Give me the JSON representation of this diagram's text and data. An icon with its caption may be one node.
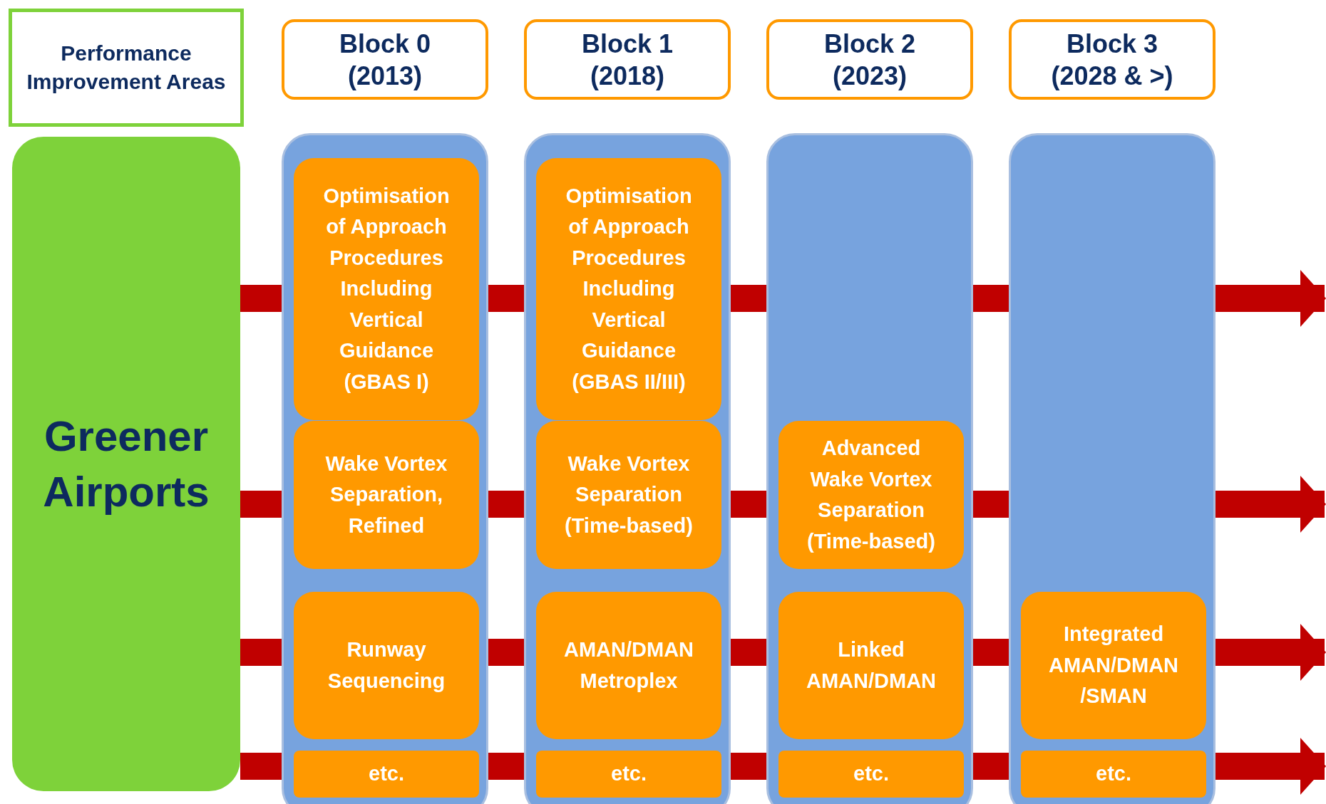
{
  "diagram": {
    "nodes": [
      {
        "text": [
          "Performance Improvement Areas"
        ]
      },
      {
        "text": [
          "Block 0 (2013)"
        ]
      },
      {
        "text": [
          "Block 1 (2018)"
        ]
      },
      {
        "text": [
          "Block 2 (2023)"
        ]
      },
      {
        "text": [
          "Block 3 (2028 & >)"
        ]
      },
      {
        "text": [
          "Greener Airports"
        ]
      },
      {
        "text": [],
        "shape": "box"
      },
      {
        "text": [
          "Optimisation of Approach Procedures Including Vertical Guidance (GBAS I)"
        ],
        "in": 6
      },
      {
        "text": [
          "Wake Vortex Separation, Refined"
        ],
        "in": 6
      },
      {
        "text": [
          "Runway Sequencing"
        ],
        "in": 6
      },
      {
        "text": [
          "etc."
        ],
        "in": 6
      },
      {
        "text": [],
        "shape": "box"
      },
      {
        "text": [
          "Optimisation of Approach Procedures Including Vertical Guidance (GBAS II/III)"
        ],
        "in": 11
      },
      {
        "text": [
          "Wake Vortex Separation (Time-based)"
        ],
        "in": 11
      },
      {
        "text": [
          "AMAN/DMAN Metroplex"
        ],
        "in": 11
      },
      {
        "text": [
          "etc."
        ],
        "in": 11
      },
      {
        "text": [],
        "shape": "box"
      },
      {
        "text": [
          "Advanced Wake Vortex Separation (Time-based)"
        ],
        "in": 16
      },
      {
        "text": [
          "Linked AMAN/DMAN"
        ],
        "in": 16
      },
      {
        "text": [
          "etc."
        ],
        "in": 16
      },
      {
        "text": [],
        "shape": "box"
      },
      {
        "text": [
          "Integrated AMAN/DMAN /SMAN"
        ],
        "in": 20
      },
      {
        "text": [
          "etc."
        ],
        "in": 20
      }
    ],
    "edges": [
      {
        "from": 5,
        "to": 6,
        "arrow": "none"
      },
      {
        "from": 6,
        "to": 11,
        "arrow": "none"
      },
      {
        "from": 11,
        "to": 16,
        "arrow": "none"
      },
      {
        "from": 16,
        "to": 20,
        "arrow": "none"
      },
      {
        "from": 20,
        "to": null,
        "arrow": "to"
      },
      {
        "from": 5,
        "to": 6,
        "arrow": "none"
      },
      {
        "from": 6,
        "to": 11,
        "arrow": "none"
      },
      {
        "from": 11,
        "to": 16,
        "arrow": "none"
      },
      {
        "from": 16,
        "to": 20,
        "arrow": "none"
      },
      {
        "from": 20,
        "to": null,
        "arrow": "to"
      },
      {
        "from": 5,
        "to": 6,
        "arrow": "none"
      },
      {
        "from": 6,
        "to": 11,
        "arrow": "none"
      },
      {
        "from": 11,
        "to": 16,
        "arrow": "none"
      },
      {
        "from": 16,
        "to": 20,
        "arrow": "none"
      },
      {
        "from": 20,
        "to": null,
        "arrow": "to"
      },
      {
        "from": 5,
        "to": 6,
        "arrow": "none"
      },
      {
        "from": 6,
        "to": 11,
        "arrow": "none"
      },
      {
        "from": 11,
        "to": 16,
        "arrow": "none"
      },
      {
        "from": 16,
        "to": 20,
        "arrow": "none"
      },
      {
        "from": 20,
        "to": null,
        "arrow": "to"
      }
    ]
  }
}
